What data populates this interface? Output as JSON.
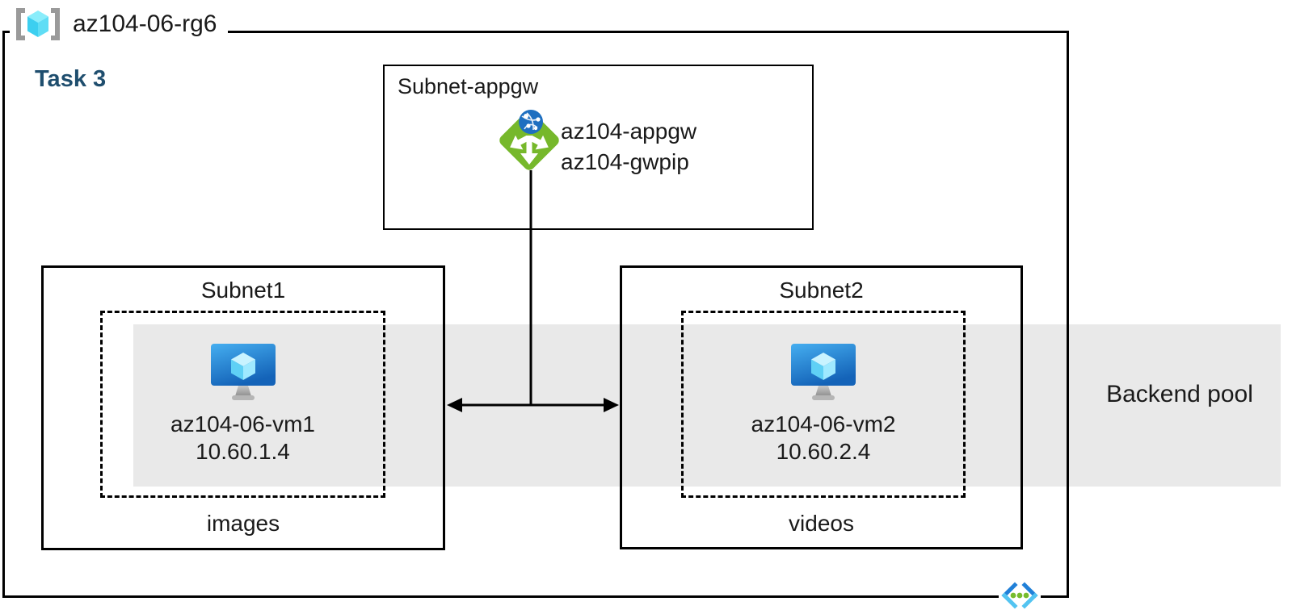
{
  "resource_group": {
    "name": "az104-06-rg6",
    "task": "Task 3"
  },
  "appgw_subnet": {
    "label": "Subnet-appgw",
    "gateway_name": "az104-appgw",
    "public_ip_name": "az104-gwpip"
  },
  "subnet1": {
    "label": "Subnet1",
    "vm_name": "az104-06-vm1",
    "vm_ip": "10.60.1.4",
    "caption": "images"
  },
  "subnet2": {
    "label": "Subnet2",
    "vm_name": "az104-06-vm2",
    "vm_ip": "10.60.2.4",
    "caption": "videos"
  },
  "backend_pool": {
    "label": "Backend pool"
  },
  "icons": {
    "resource_group": "resource-group-icon",
    "application_gateway": "application-gateway-icon",
    "virtual_machine": "virtual-machine-icon",
    "virtual_network": "virtual-network-icon"
  },
  "colors": {
    "task_text": "#1F4E6E",
    "backend_band": "#E9E9E9",
    "appgw_green": "#76B82B",
    "vm_screen_top": "#3FAAEE",
    "vm_screen_bottom": "#1463B8",
    "line": "#000000"
  }
}
